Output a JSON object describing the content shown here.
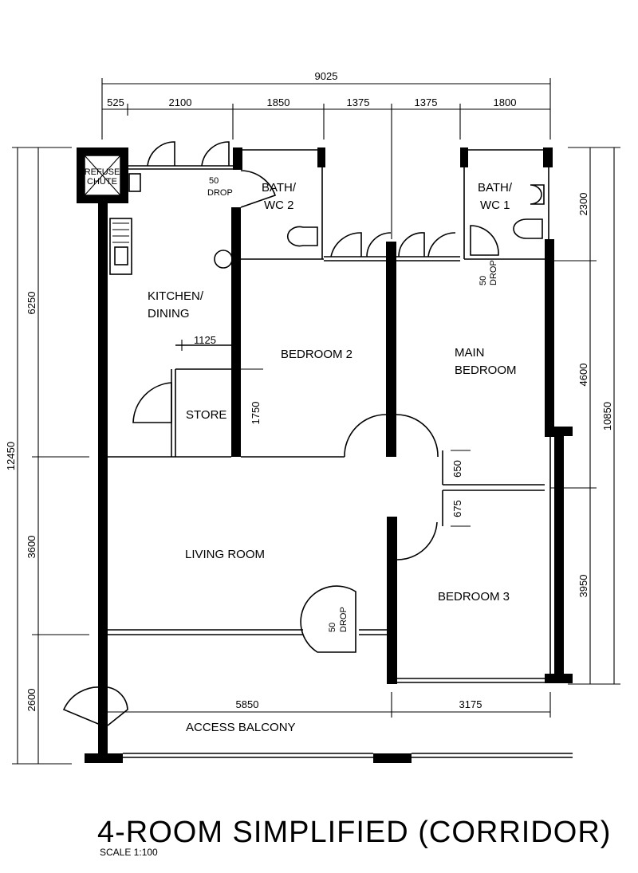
{
  "title": "4-ROOM SIMPLIFIED (CORRIDOR)",
  "scale": "SCALE   1:100",
  "rooms": {
    "kitchen_line1": "KITCHEN/",
    "kitchen_line2": "DINING",
    "bedroom2": "BEDROOM 2",
    "main_bedroom_line1": "MAIN",
    "main_bedroom_line2": "BEDROOM",
    "store": "STORE",
    "living": "LIVING ROOM",
    "bedroom3": "BEDROOM 3",
    "bath2_line1": "BATH/",
    "bath2_line2": "WC 2",
    "bath1_line1": "BATH/",
    "bath1_line2": "WC 1",
    "balcony": "ACCESS BALCONY",
    "refuse_line1": "REFUSE",
    "refuse_line2": "CHUTE"
  },
  "drops": {
    "bath2_value": "50",
    "bath2_text": "DROP",
    "bath1_value": "50",
    "bath1_text": "DROP",
    "living_value": "50",
    "living_text": "DROP"
  },
  "dimensions": {
    "top_total": "9025",
    "top_segments": [
      "525",
      "2100",
      "1850",
      "1375",
      "1375",
      "1800"
    ],
    "left_total": "12450",
    "left_segments": [
      "6250",
      "3600",
      "2600"
    ],
    "right_total": "10850",
    "right_segments": [
      "2300",
      "4600",
      "3950"
    ],
    "bottom_segments": [
      "5850",
      "3175"
    ],
    "store_width": "1125",
    "store_depth": "1750",
    "corridor_upper": "650",
    "corridor_lower": "675"
  }
}
